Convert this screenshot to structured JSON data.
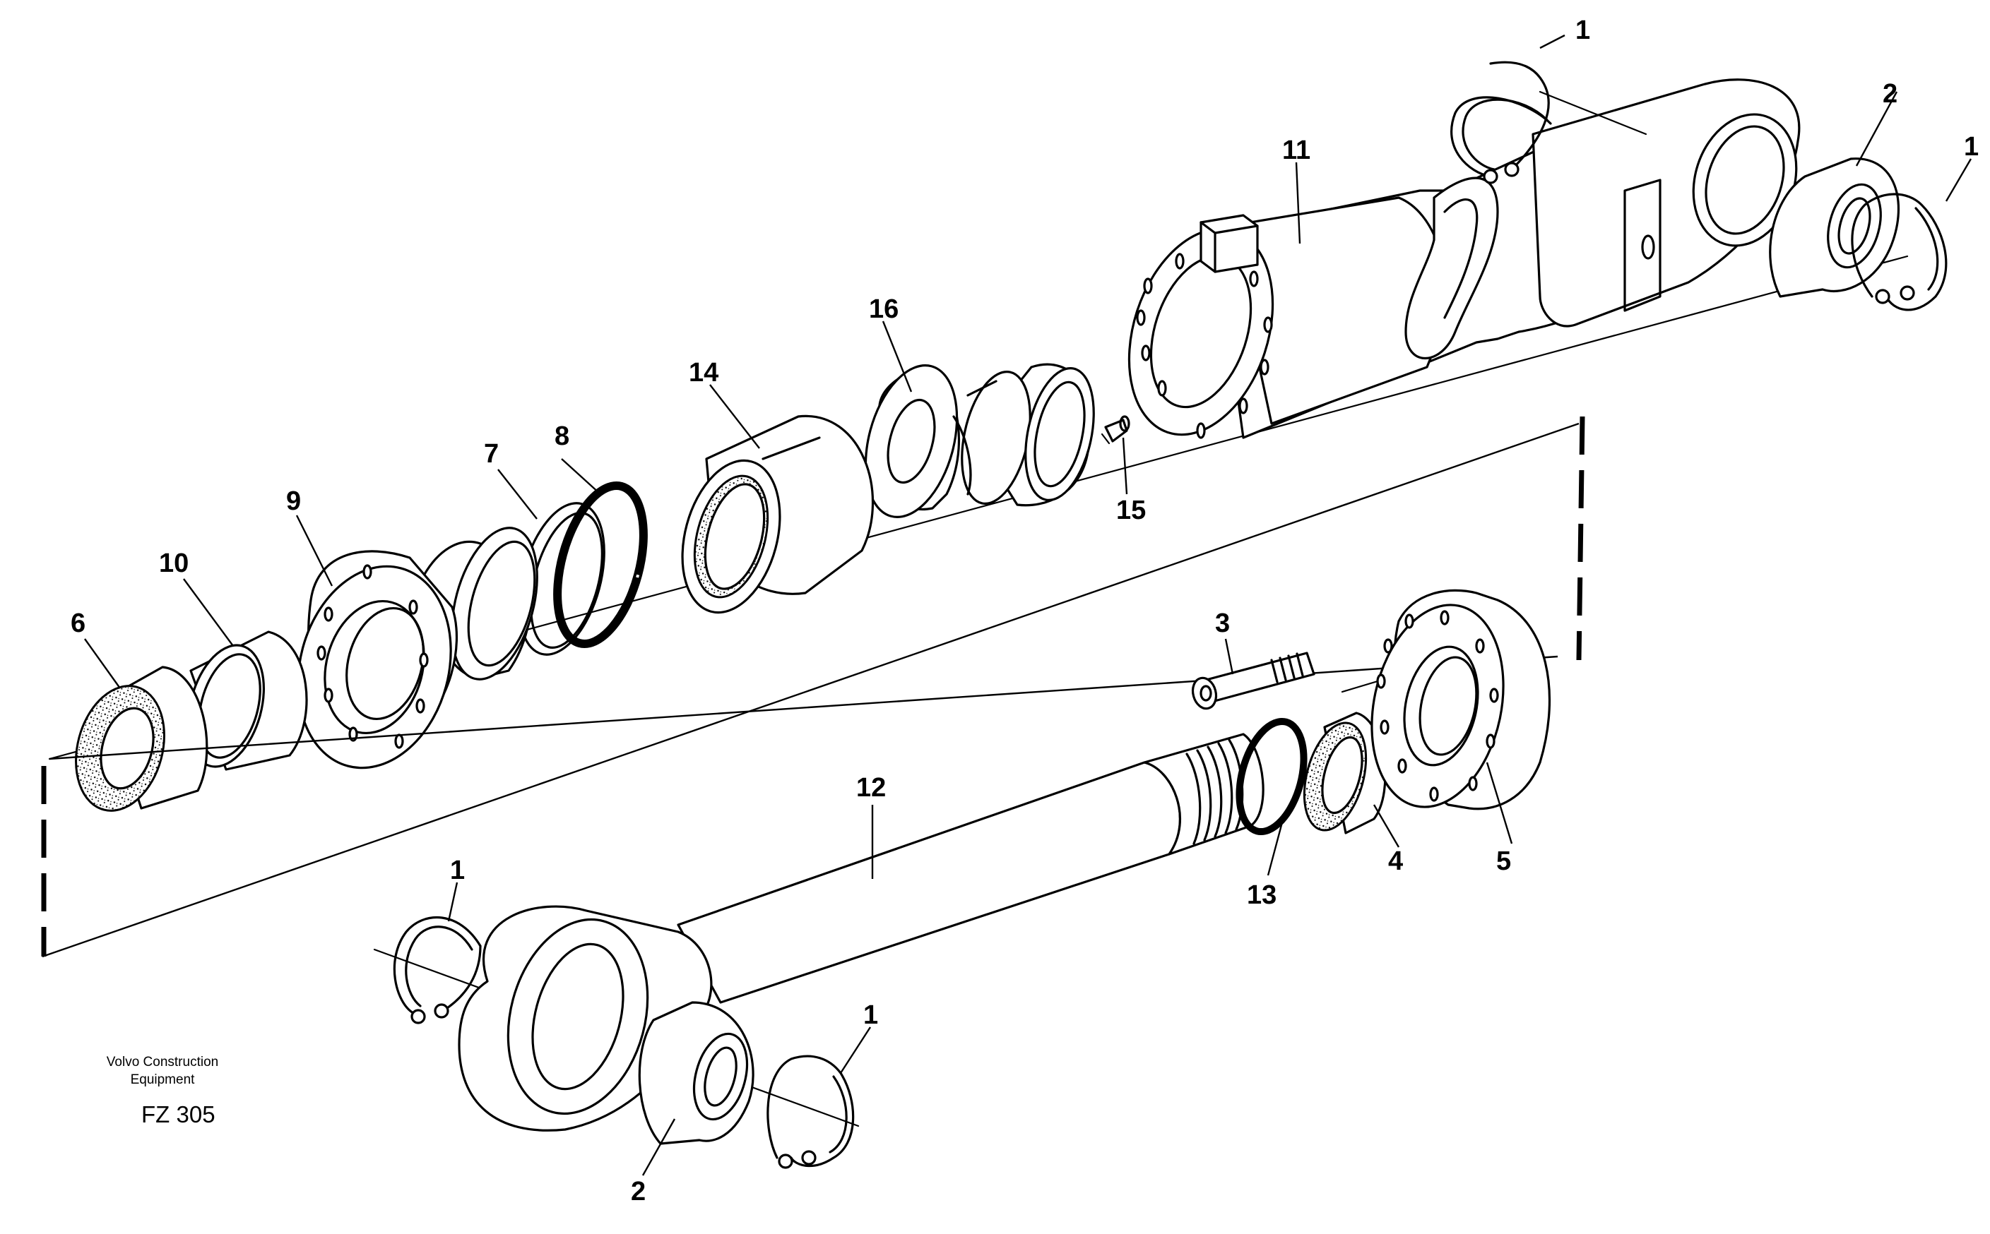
{
  "drawing": {
    "manufacturer_line1": "Volvo Construction",
    "manufacturer_line2": "Equipment",
    "figure_code": "FZ 305"
  },
  "callouts": {
    "c1_top": "1",
    "c2_top": "2",
    "c1_right": "1",
    "c11": "11",
    "c16": "16",
    "c14": "14",
    "c15": "15",
    "c8": "8",
    "c7": "7",
    "c9": "9",
    "c10": "10",
    "c6": "6",
    "c3": "3",
    "c5": "5",
    "c4": "4",
    "c13": "13",
    "c12": "12",
    "c1_left": "1",
    "c1_bottom": "1",
    "c2_bottom": "2"
  },
  "colors": {
    "ink": "#000000",
    "paper": "#ffffff"
  }
}
